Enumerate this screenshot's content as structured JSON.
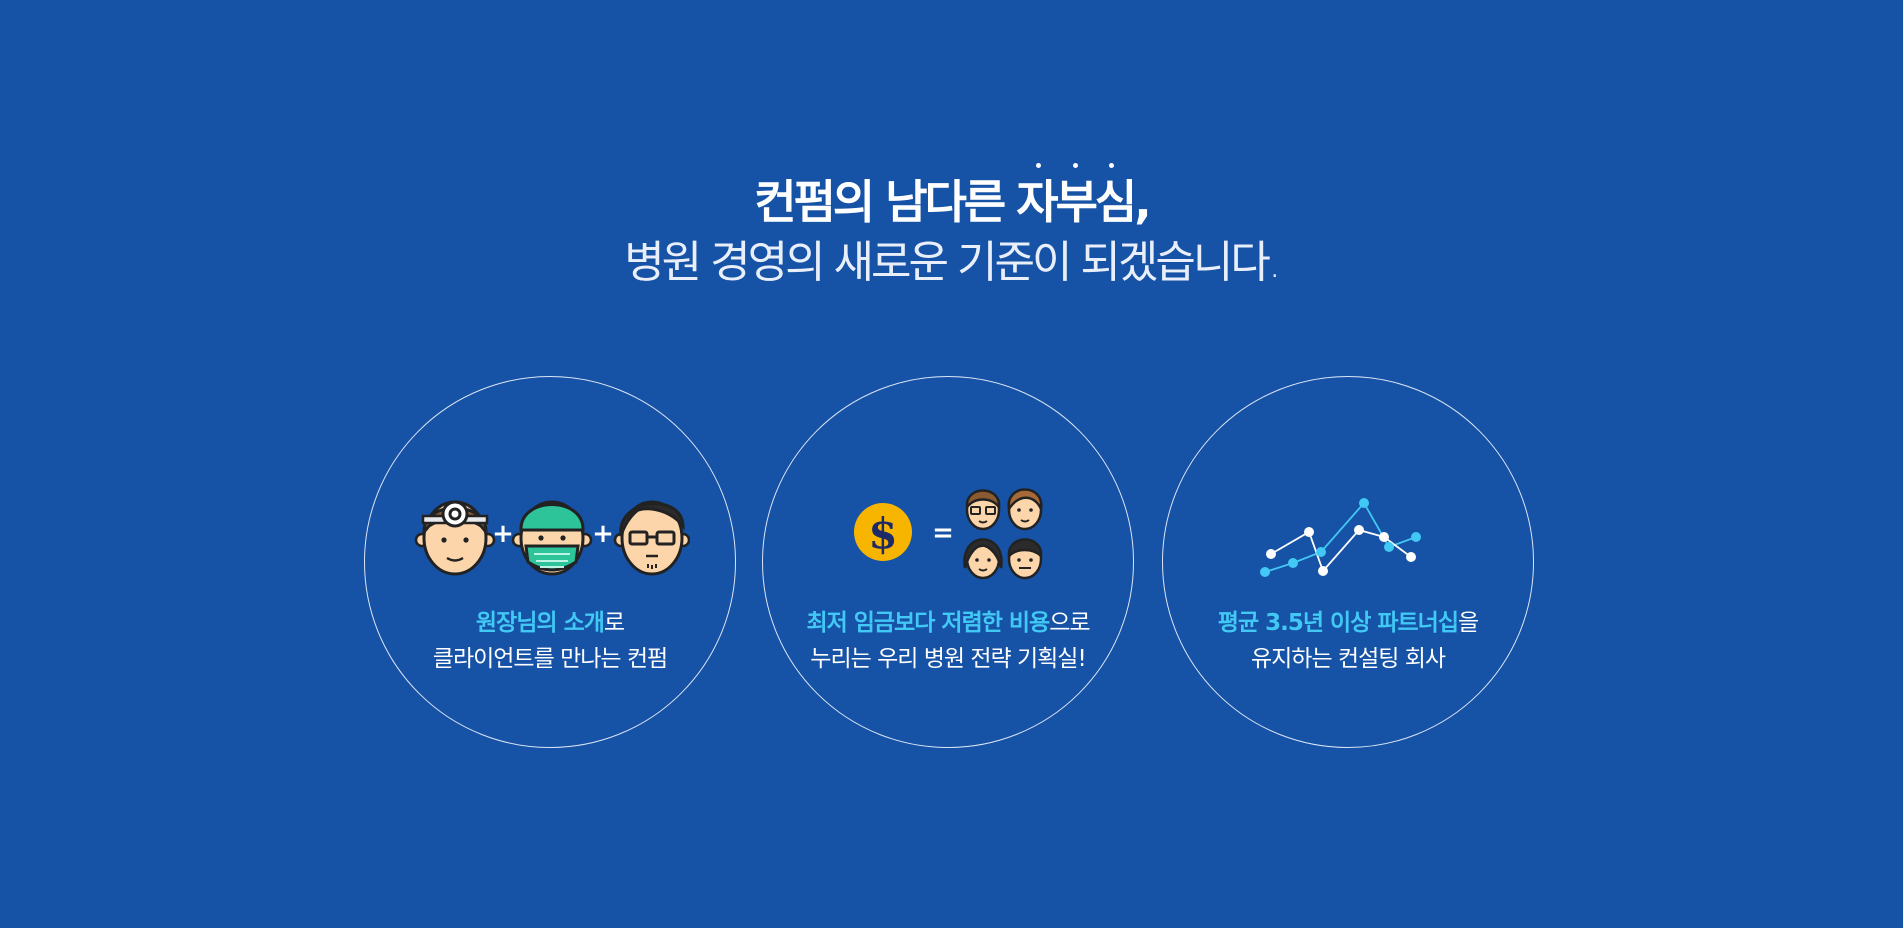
{
  "headline": {
    "line1_before": "컨펌의 남다른 ",
    "line1_emph": "자부심",
    "line1_after": ",",
    "line2": "병원 경영의 새로운 기준이 되겠습니다."
  },
  "features": [
    {
      "icon": "doctors-team-icon",
      "highlight": "원장님의 소개",
      "line1_rest": "로",
      "line2": "클라이언트를 만나는 컨펌"
    },
    {
      "icon": "cost-equals-team-icon",
      "highlight": "최저 임금보다 저렴한 비용",
      "line1_rest": "으로",
      "line2": "누리는 우리 병원 전략 기획실!"
    },
    {
      "icon": "line-chart-icon",
      "highlight": "평균 3.5년 이상 파트너십",
      "line1_rest": "을",
      "line2": "유지하는 컨설팅 회사"
    }
  ],
  "colors": {
    "background": "#1652a5",
    "highlight": "#41c8f4",
    "coin": "#f7b500",
    "mask": "#2ec49a",
    "skin": "#fcd5aa"
  }
}
